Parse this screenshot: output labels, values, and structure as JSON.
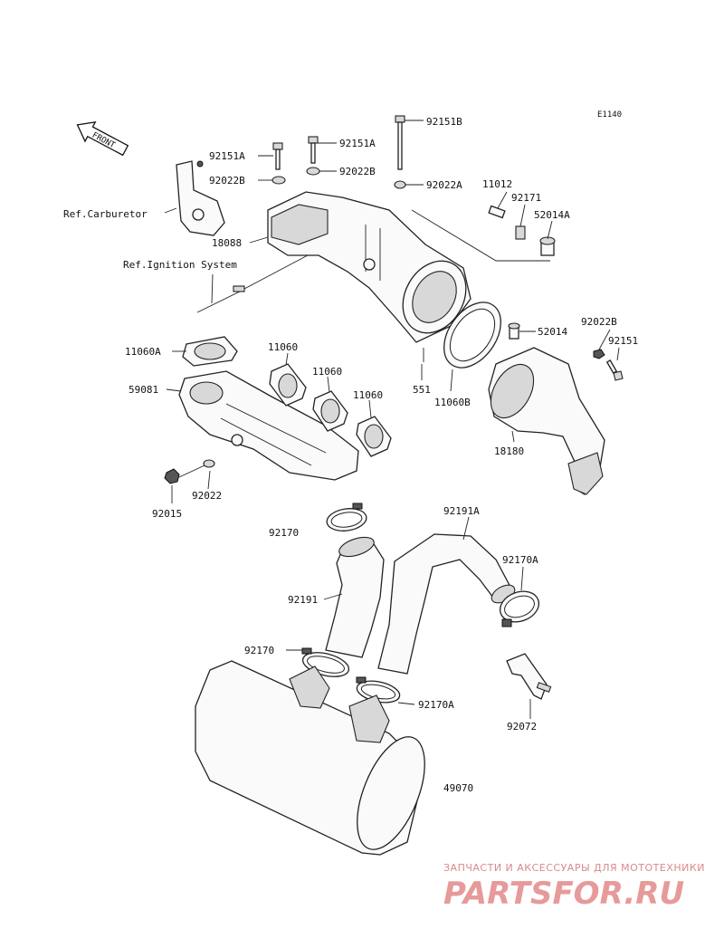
{
  "diagram_code": "E1140",
  "front_arrow": "FRONT",
  "refs": {
    "carburetor": "Ref.Carburetor",
    "ignition": "Ref.Ignition System"
  },
  "parts": {
    "p92151B": "92151B",
    "p92151A_1": "92151A",
    "p92151A_2": "92151A",
    "p92022B_1": "92022B",
    "p92022B_2": "92022B",
    "p92022A": "92022A",
    "p11012": "11012",
    "p92171": "92171",
    "p52014A": "52014A",
    "p18088": "18088",
    "p11060A": "11060A",
    "p11060_1": "11060",
    "p11060_2": "11060",
    "p11060_3": "11060",
    "p59081": "59081",
    "p52014": "52014",
    "p92022B_3": "92022B",
    "p92151": "92151",
    "p551": "551",
    "p11060B": "11060B",
    "p18180": "18180",
    "p92022": "92022",
    "p92015": "92015",
    "p92170_1": "92170",
    "p92191A": "92191A",
    "p92170A_1": "92170A",
    "p92191": "92191",
    "p92170_2": "92170",
    "p92170A_2": "92170A",
    "p92072": "92072",
    "p49070": "49070"
  },
  "watermark": {
    "tagline": "ЗАПЧАСТИ И АКСЕССУАРЫ ДЛЯ МОТОТЕХНИКИ",
    "logo": "PARTSFOR.RU"
  }
}
